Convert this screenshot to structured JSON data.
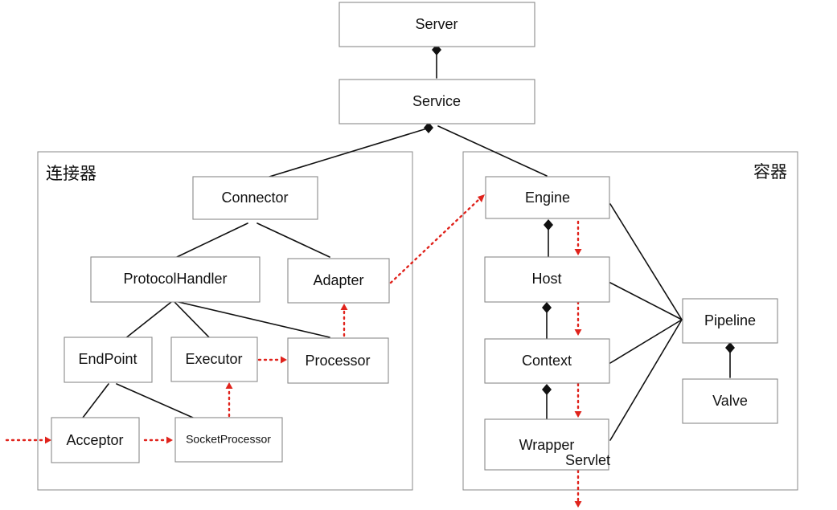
{
  "groups": {
    "connector": {
      "title": "连接器"
    },
    "container": {
      "title": "容器"
    }
  },
  "nodes": {
    "server": "Server",
    "service": "Service",
    "connector": "Connector",
    "protocol_handler": "ProtocolHandler",
    "adapter": "Adapter",
    "endpoint": "EndPoint",
    "executor": "Executor",
    "processor": "Processor",
    "acceptor": "Acceptor",
    "socket_processor": "SocketProcessor",
    "engine": "Engine",
    "host": "Host",
    "context": "Context",
    "wrapper": "Wrapper",
    "wrapper_sublabel": "Servlet",
    "pipeline": "Pipeline",
    "valve": "Valve"
  },
  "colors": {
    "flow_arrow": "#e0231c",
    "edge": "#111111",
    "border": "#8a8a8a"
  }
}
